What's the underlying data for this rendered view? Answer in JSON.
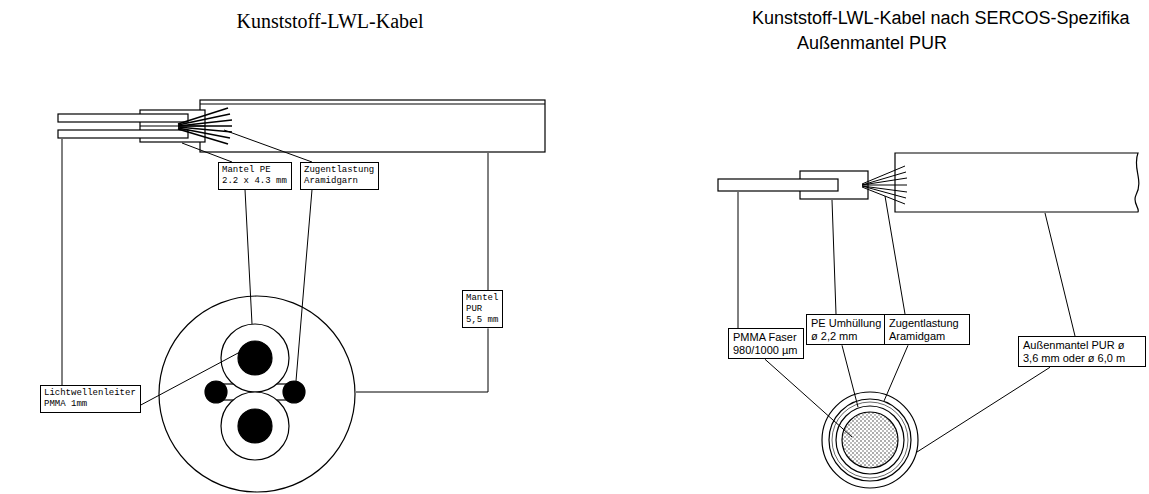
{
  "diagram": {
    "nodes": [
      {
        "text": [
          "Lichtwellenleiter PMMA 1mm"
        ]
      },
      {
        "text": [
          "Mantel PE 2.2 x 4.3 mm"
        ]
      },
      {
        "text": [
          "Zugentlastung Aramidgarn"
        ]
      },
      {
        "text": [
          "Mantel PUR 5,5 mm"
        ]
      },
      {
        "text": [
          "PMMA Faser 980/1000 µm"
        ]
      },
      {
        "text": [
          "PE Umhüllung ø 2,2 mm"
        ]
      },
      {
        "text": [
          "Zugentlastung Aramidgam"
        ]
      },
      {
        "text": [
          "Außenmantel PUR ø 3,6 mm oder ø 6,0 m"
        ]
      }
    ],
    "labels": [
      "Kunststoff-LWL-Kabel",
      "Kunststoff-LWL-Kabel nach SERCOS-Spezifika",
      "Außenmantel PUR"
    ]
  }
}
